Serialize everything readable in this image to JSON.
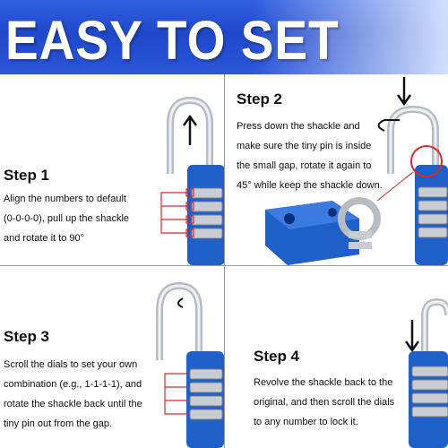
{
  "banner": {
    "title": "EASY TO SET"
  },
  "steps": [
    {
      "title": "Step 1",
      "lines": [
        "Align the numbers to default",
        "(0-0-0-0), pull up the shackle",
        "and rotate it to 90°"
      ]
    },
    {
      "title": "Step 2",
      "lines": [
        "Press down the shackle and",
        "make sure the tiny pin is inside",
        "the small gap, rotate it again to",
        "45° while keep the shackle down."
      ]
    },
    {
      "title": "Step 3",
      "lines": [
        "Scroll the dials to set your own",
        "combination (e.g., 1-1-1-1), and",
        "rotate the shackle back until the",
        "tiny pin out from the gap."
      ]
    },
    {
      "title": "Step 4",
      "lines": [
        "Revolve the shackle back to the",
        "original, and then scroll the dials",
        "to any number to lock it."
      ]
    }
  ],
  "colors": {
    "banner": "#1f47c9",
    "lock_body": "#1f5fc8",
    "highlight": "#e0262a"
  }
}
